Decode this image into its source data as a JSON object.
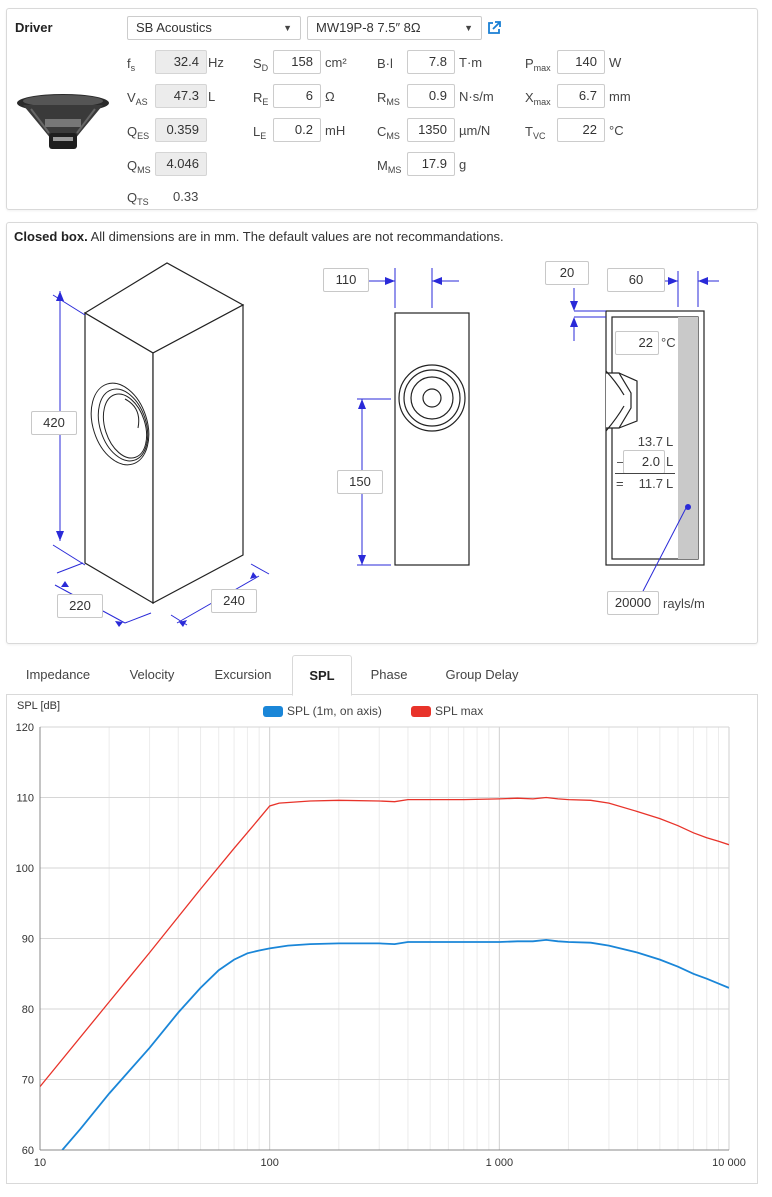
{
  "driver": {
    "section_label": "Driver",
    "brand": "SB Acoustics",
    "model": "MW19P-8  7.5″ 8Ω",
    "link_icon": "external-link-icon",
    "params": {
      "fs": {
        "label": "f",
        "sub": "s",
        "value": "32.4",
        "unit": "Hz"
      },
      "vas": {
        "label": "V",
        "sub": "AS",
        "value": "47.3",
        "unit": "L"
      },
      "qes": {
        "label": "Q",
        "sub": "ES",
        "value": "0.359"
      },
      "qms": {
        "label": "Q",
        "sub": "MS",
        "value": "4.046"
      },
      "qts": {
        "label": "Q",
        "sub": "TS",
        "value": "0.33"
      },
      "sd": {
        "label": "S",
        "sub": "D",
        "value": "158",
        "unit": "cm²"
      },
      "re": {
        "label": "R",
        "sub": "E",
        "value": "6",
        "unit": "Ω"
      },
      "le": {
        "label": "L",
        "sub": "E",
        "value": "0.2",
        "unit": "mH"
      },
      "bl": {
        "label": "B·l",
        "value": "7.8",
        "unit": "T·m"
      },
      "rms": {
        "label": "R",
        "sub": "MS",
        "value": "0.9",
        "unit": "N·s/m"
      },
      "cms": {
        "label": "C",
        "sub": "MS",
        "value": "1350",
        "unit": "µm/N"
      },
      "mms": {
        "label": "M",
        "sub": "MS",
        "value": "17.9",
        "unit": "g"
      },
      "pmax": {
        "label": "P",
        "sub": "max",
        "value": "140",
        "unit": "W"
      },
      "xmax": {
        "label": "X",
        "sub": "max",
        "value": "6.7",
        "unit": "mm"
      },
      "tvc": {
        "label": "T",
        "sub": "VC",
        "value": "22",
        "unit": "°C"
      }
    }
  },
  "box": {
    "title_bold": "Closed box.",
    "title_rest": " All dimensions are in mm. The default values are not recommandations.",
    "height": "420",
    "width": "220",
    "depth": "240",
    "driver_offset_x": "110",
    "driver_offset_y": "150",
    "wall_thickness": "20",
    "damping_thickness": "60",
    "temperature": "22",
    "temperature_unit": "°C",
    "gross_volume": "13.7",
    "driver_volume": "2.0",
    "net_volume": "11.7",
    "volume_unit": "L",
    "minus_sign": "–",
    "equals_sign": "=",
    "flow_resistivity": "20000",
    "flow_resistivity_unit": "rayls/m"
  },
  "tabs": [
    "Impedance",
    "Velocity",
    "Excursion",
    "SPL",
    "Phase",
    "Group Delay"
  ],
  "active_tab": "SPL",
  "chart_data": {
    "type": "line",
    "ylabel": "SPL [dB]",
    "xscale": "log",
    "xlim": [
      10,
      10000
    ],
    "ylim": [
      60,
      120
    ],
    "xticks": [
      10,
      100,
      1000,
      10000
    ],
    "xtick_labels": [
      "10",
      "100",
      "1 000",
      "10 000"
    ],
    "yticks": [
      60,
      70,
      80,
      90,
      100,
      110,
      120
    ],
    "grid": true,
    "legend_position": "top-center",
    "series": [
      {
        "name": "SPL (1m, on axis)",
        "color": "#1a86d8",
        "x": [
          12.5,
          15,
          20,
          30,
          40,
          50,
          60,
          70,
          80,
          90,
          100,
          120,
          150,
          200,
          300,
          350,
          400,
          500,
          700,
          1000,
          1200,
          1400,
          1600,
          1800,
          2000,
          2500,
          3000,
          4000,
          5000,
          6000,
          7000,
          8000,
          9000,
          10000
        ],
        "y": [
          60,
          63,
          68,
          74.5,
          79.5,
          83,
          85.5,
          87,
          87.9,
          88.3,
          88.6,
          89,
          89.2,
          89.3,
          89.3,
          89.2,
          89.5,
          89.5,
          89.5,
          89.5,
          89.6,
          89.6,
          89.8,
          89.6,
          89.5,
          89.4,
          89.0,
          88.0,
          87.0,
          86.0,
          85.0,
          84.3,
          83.6,
          83.0
        ]
      },
      {
        "name": "SPL max",
        "color": "#e8332a",
        "x": [
          10,
          20,
          30,
          50,
          70,
          90,
          100,
          110,
          150,
          200,
          300,
          350,
          400,
          500,
          700,
          1000,
          1200,
          1400,
          1600,
          1800,
          2000,
          2500,
          3000,
          4000,
          5000,
          6000,
          7000,
          8000,
          9000,
          10000
        ],
        "y": [
          69,
          81,
          88,
          97,
          102.8,
          107,
          108.8,
          109.2,
          109.5,
          109.6,
          109.5,
          109.4,
          109.7,
          109.7,
          109.7,
          109.8,
          109.9,
          109.8,
          110.0,
          109.8,
          109.7,
          109.6,
          109.2,
          108.0,
          107.0,
          106.0,
          105.0,
          104.3,
          103.8,
          103.3
        ]
      }
    ]
  }
}
